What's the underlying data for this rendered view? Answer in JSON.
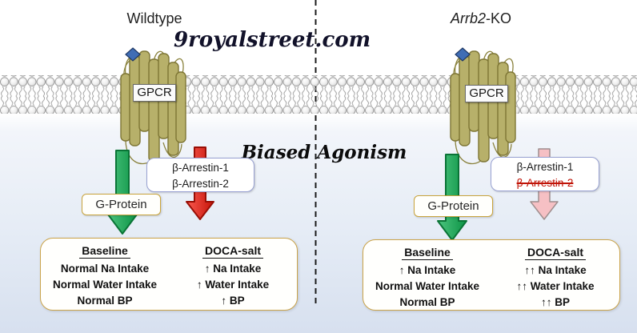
{
  "watermark": "9royalstreet.com",
  "center_caption": "Biased Agonism",
  "panels": [
    {
      "title": {
        "italic": "",
        "rest": "Wildtype"
      },
      "receptor_label": "GPCR",
      "g_protein_label": "G-Protein",
      "arrestin": {
        "line1": "β-Arrestin-1",
        "line2": "β-Arrestin-2"
      },
      "summary": {
        "baseline_header": "Baseline",
        "doca_header": "DOCA-salt",
        "baseline_rows": [
          "Normal Na Intake",
          "Normal Water Intake",
          "Normal BP"
        ],
        "doca_rows": [
          "↑ Na Intake",
          "↑ Water Intake",
          "↑ BP"
        ]
      }
    },
    {
      "title": {
        "italic": "Arrb2",
        "rest": "-KO"
      },
      "receptor_label": "GPCR",
      "g_protein_label": "G-Protein",
      "arrestin": {
        "line1": "β-Arrestin-1",
        "line2": "β-Arrestin-2"
      },
      "summary": {
        "baseline_header": "Baseline",
        "doca_header": "DOCA-salt",
        "baseline_rows": [
          "↑ Na Intake",
          "Normal Water Intake",
          "Normal BP"
        ],
        "doca_rows": [
          "↑↑ Na Intake",
          "↑↑ Water Intake",
          "↑↑ BP"
        ]
      }
    }
  ],
  "icons": {
    "ligand": "ligand-diamond",
    "membrane": "lipid-bilayer"
  },
  "colors": {
    "g_protein_arrow": "#0c9345",
    "arrestin_arrow_active": "#d21509",
    "arrestin_arrow_inactive": "#f6c0c4",
    "helix": "#b7b06a",
    "ligand": "#3f6db5",
    "gold_border": "#c9a43c",
    "arrestin_border": "#98a1d2"
  }
}
